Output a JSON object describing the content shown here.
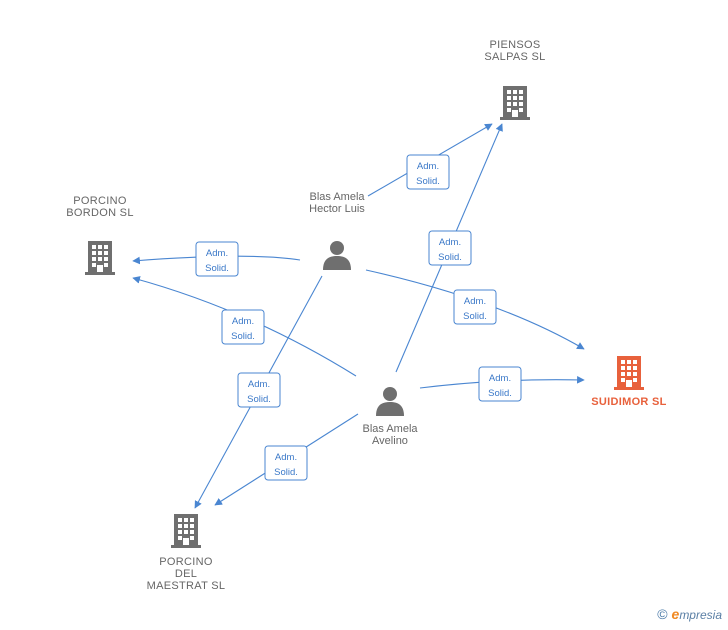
{
  "nodes": {
    "piensos": {
      "lines": [
        "PIENSOS",
        "SALPAS  SL"
      ],
      "type": "company"
    },
    "porcino_bordon": {
      "lines": [
        "PORCINO",
        "BORDON SL"
      ],
      "type": "company"
    },
    "suidimor": {
      "lines": [
        "SUIDIMOR  SL"
      ],
      "type": "company-focus"
    },
    "porcino_maestrat": {
      "lines": [
        "PORCINO",
        "DEL",
        "MAESTRAT  SL"
      ],
      "type": "company"
    },
    "hector": {
      "lines": [
        "Blas Amela",
        "Hector Luis"
      ],
      "type": "person"
    },
    "avelino": {
      "lines": [
        "Blas Amela",
        "Avelino"
      ],
      "type": "person"
    }
  },
  "edge_label": [
    "Adm.",
    "Solid."
  ],
  "edges": [
    {
      "from": "hector",
      "to": "piensos"
    },
    {
      "from": "hector",
      "to": "porcino_bordon"
    },
    {
      "from": "hector",
      "to": "suidimor"
    },
    {
      "from": "hector",
      "to": "porcino_maestrat"
    },
    {
      "from": "avelino",
      "to": "piensos"
    },
    {
      "from": "avelino",
      "to": "porcino_bordon"
    },
    {
      "from": "avelino",
      "to": "suidimor"
    },
    {
      "from": "avelino",
      "to": "porcino_maestrat"
    }
  ],
  "colors": {
    "edge": "#4a86d1",
    "company": "#6f6f6f",
    "focus": "#e8613c",
    "person": "#6f6f6f"
  },
  "footer": {
    "copyright": "©",
    "brand_initial": "e",
    "brand_rest": "mpresia"
  }
}
